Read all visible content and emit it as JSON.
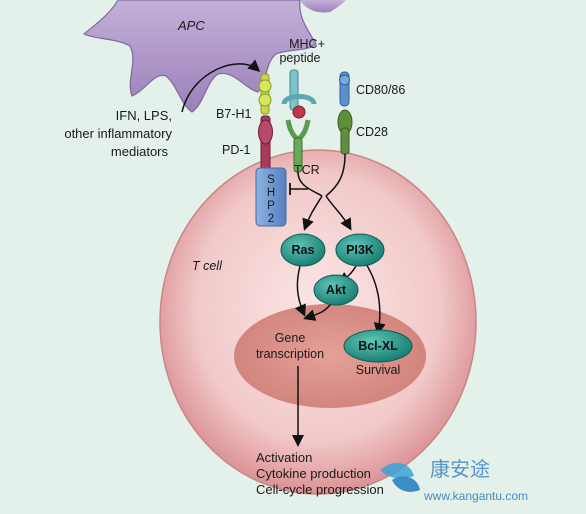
{
  "labels": {
    "apc": "APC",
    "mhc_line1": "MHC+",
    "mhc_line2": "peptide",
    "cd8086": "CD80/86",
    "b7h1": "B7-H1",
    "cd28": "CD28",
    "pd1": "PD-1",
    "tcr": "TCR",
    "ifn_line1": "IFN, LPS,",
    "ifn_line2": "other inflammatory",
    "ifn_line3": "mediators",
    "shp2": [
      "S",
      "H",
      "P",
      "2"
    ],
    "tcell": "T cell",
    "gene_line1": "Gene",
    "gene_line2": "transcription",
    "survival": "Survival",
    "outcomes": [
      "Activation",
      "Cytokine production",
      "Cell-cycle progression"
    ]
  },
  "nodes": {
    "ras": "Ras",
    "pi3k": "PI3K",
    "akt": "Akt",
    "bclxl": "Bcl-XL"
  },
  "watermark": {
    "cn": "康安途",
    "url": "www.kangantu.com"
  },
  "colors": {
    "background": "#e3f1ea",
    "apc": "#a389bd",
    "cell": "#f0c6c6",
    "nucleus": "#cf7b72",
    "node": "#1f8c80",
    "shp2": "#6c97cc",
    "pd1": "#a83a5c"
  }
}
